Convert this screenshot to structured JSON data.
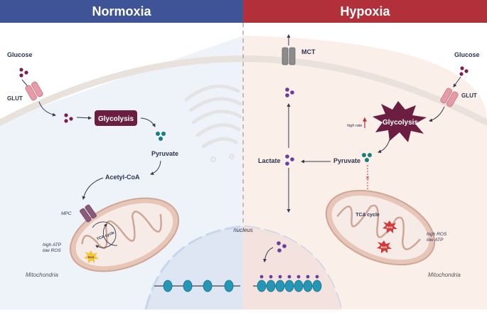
{
  "headers": {
    "left": "Normoxia",
    "right": "Hypoxia"
  },
  "colors": {
    "normoxia_header": "#3f5496",
    "hypoxia_header": "#b2303a",
    "normoxia_bg": "#eef3fa",
    "hypoxia_bg": "#fbefe9",
    "glycolysis": "#6b1e3f",
    "glucose_dot": "#7a1f50",
    "pyruvate_dot": "#167f7f",
    "lactate_dot": "#6a3d9a",
    "membrane": "#e8e1dc",
    "mito": "#e7c6b8",
    "dna": "#2497b7",
    "ros": "#d23b3b"
  },
  "normoxia": {
    "glucose": "Glucose",
    "glut": "GLUT",
    "glycolysis": "Glycolysis",
    "pyruvate": "Pyruvate",
    "acetyl_coa": "Acetyl-CoA",
    "mpc": "MPC",
    "tca": "TCA cycle",
    "high_atp": "high ATP",
    "low_ros": "low ROS",
    "mitochondria": "Mitochondria",
    "ros_badge": "ROS"
  },
  "hypoxia": {
    "mct": "MCT",
    "glucose": "Glucose",
    "glut": "GLUT",
    "high_rate": "high rate",
    "glycolysis": "Glycolysis",
    "pyruvate": "Pyruvate",
    "lactate": "Lactate",
    "tca": "TCA cycle",
    "high_ros": "high ROS",
    "low_atp": "low ATP",
    "mitochondria": "Mitochondria",
    "ros_badge": "ROS"
  },
  "nucleus": "nucleus",
  "icons": [
    "glut-transporter-icon",
    "mct-transporter-icon",
    "mpc-transporter-icon",
    "golgi-icon",
    "nucleosome-icon",
    "explosion-ros-icon"
  ]
}
